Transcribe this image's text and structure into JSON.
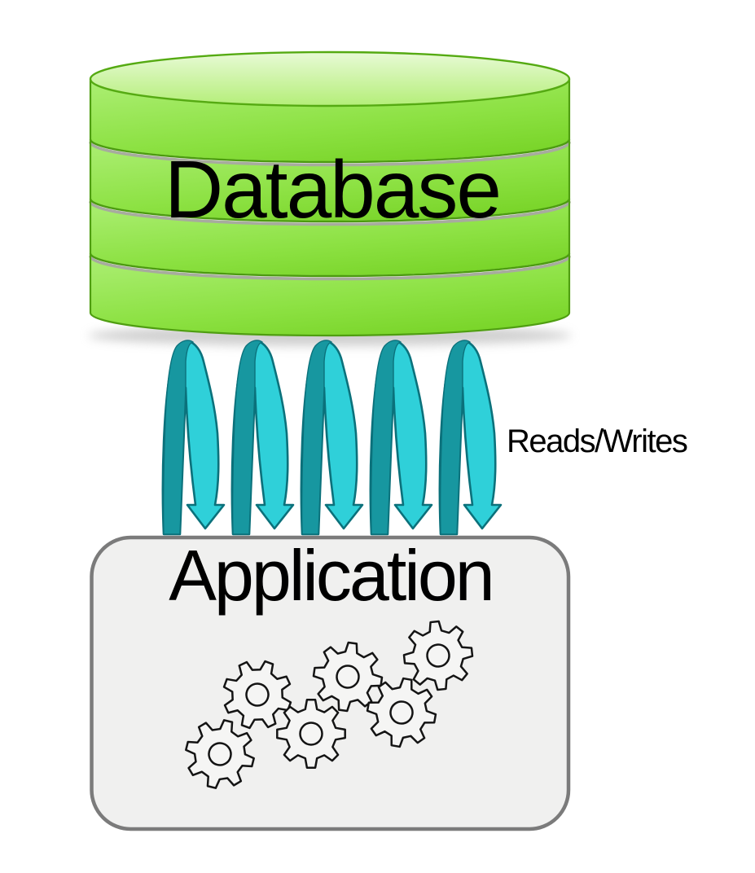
{
  "diagram": {
    "database": {
      "label": "Database"
    },
    "arrows": {
      "label": "Reads/Writes",
      "count": 5
    },
    "application": {
      "label": "Application",
      "gear_count": 6
    },
    "colors": {
      "database_green": "#8ce142",
      "database_green_light": "#a4ec68",
      "database_green_dark": "#79d428",
      "database_outline_green": "#4f9e11",
      "arrow_light_teal": "#2fd0d9",
      "arrow_dark_teal": "#1797a0",
      "arrow_outline_teal": "#0b717b",
      "application_fill": "#f0f0ef",
      "application_border": "#7b7b7b",
      "seam_gray": "#a7ab9e",
      "label_color": "#000000"
    }
  }
}
